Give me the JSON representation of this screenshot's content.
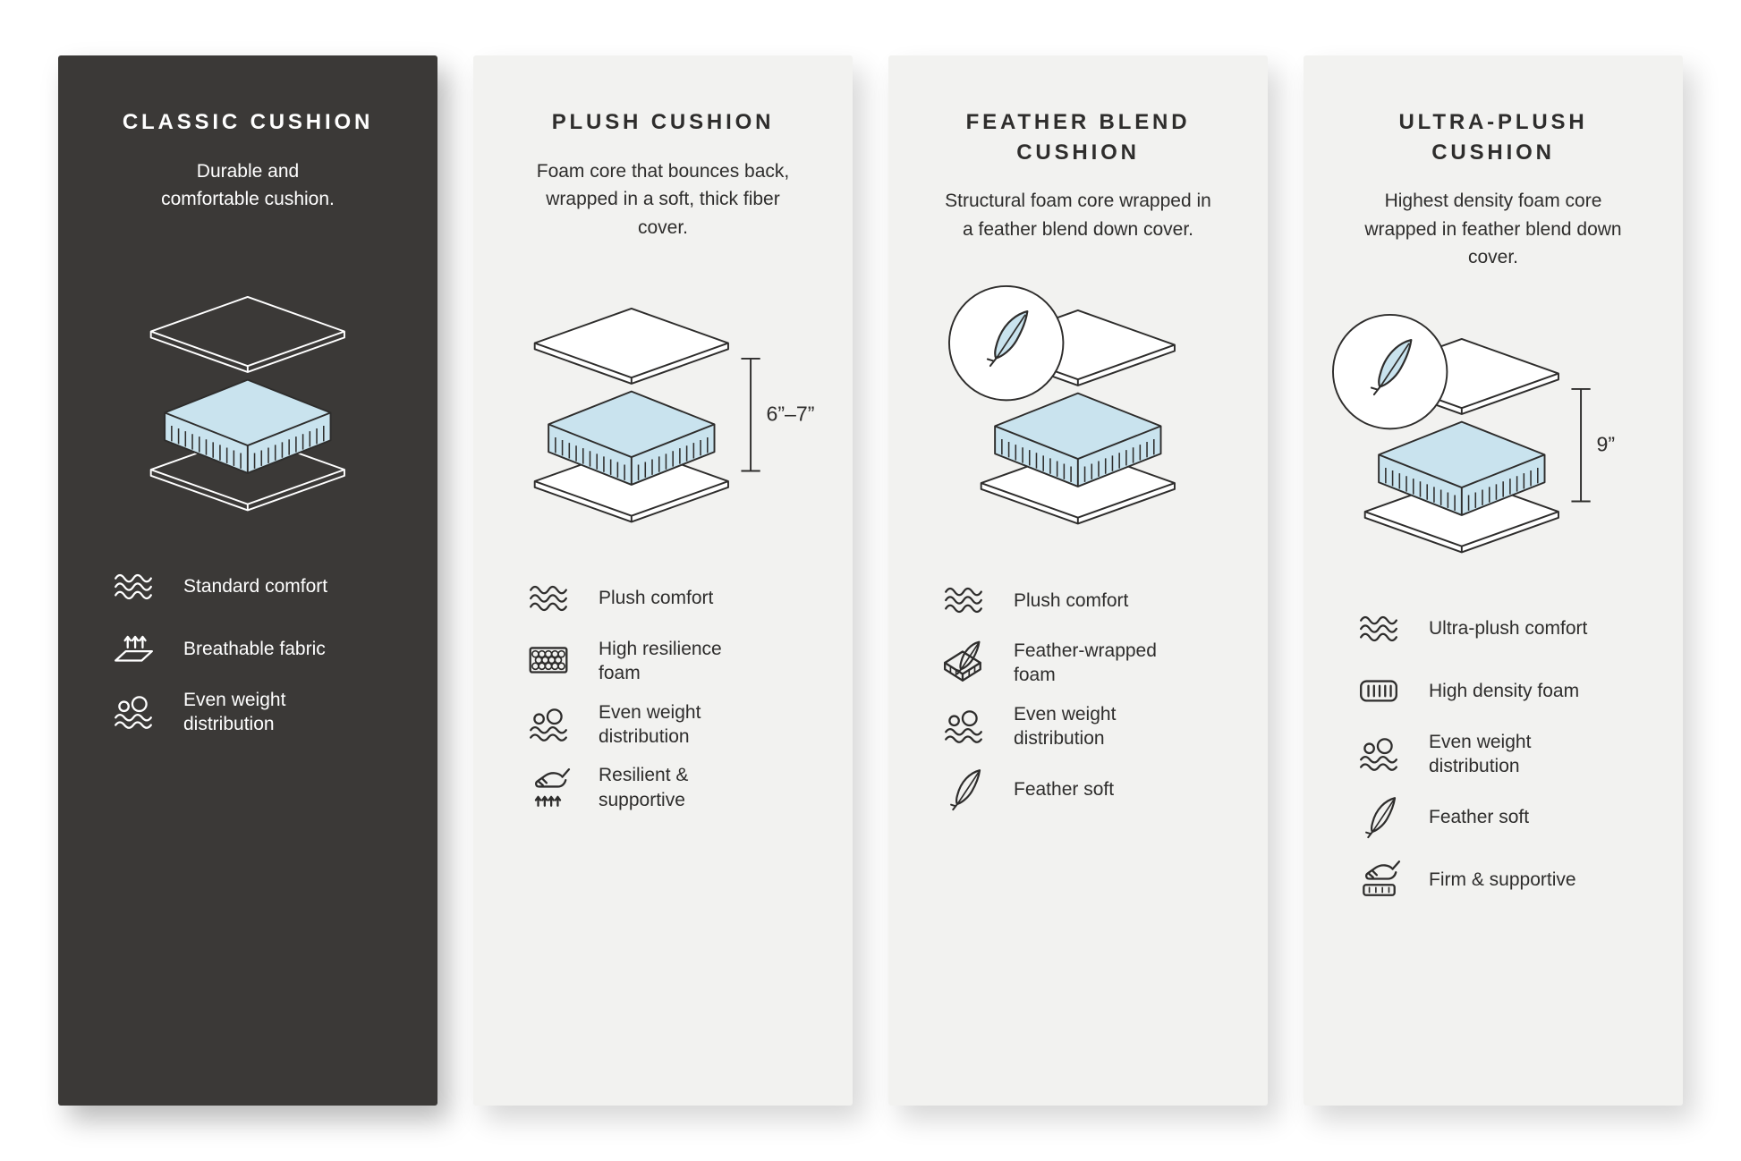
{
  "colors": {
    "page_background": "#ffffff",
    "dark_panel_background": "#3b3937",
    "light_panel_background": "#f2f2f0",
    "ink": "#2e2d2c",
    "foam_blue": "#c9e3ee"
  },
  "panels": [
    {
      "id": "classic-cushion",
      "theme": "dark",
      "title": "CLASSIC CUSHION",
      "description": "Durable and comfortable cushion.",
      "diagram": {},
      "features": [
        {
          "icon": "comfort-waves-icon",
          "label": "Standard comfort"
        },
        {
          "icon": "breathable-fabric-icon",
          "label": "Breathable fabric"
        },
        {
          "icon": "even-weight-icon",
          "label": "Even weight distribution"
        }
      ]
    },
    {
      "id": "plush-cushion",
      "theme": "light",
      "title": "PLUSH CUSHION",
      "description": "Foam core that bounces back, wrapped in a soft, thick fiber cover.",
      "diagram": {
        "height_label": "6”–7”"
      },
      "features": [
        {
          "icon": "comfort-waves-icon",
          "label": "Plush comfort"
        },
        {
          "icon": "high-resilience-foam-icon",
          "label": "High resilience foam"
        },
        {
          "icon": "even-weight-icon",
          "label": "Even weight distribution"
        },
        {
          "icon": "resilient-supportive-icon",
          "label": "Resilient & supportive"
        }
      ]
    },
    {
      "id": "feather-blend-cushion",
      "theme": "light",
      "title": "FEATHER BLEND CUSHION",
      "description": "Structural foam core wrapped in a feather blend down cover.",
      "diagram": {
        "badge": "feather"
      },
      "features": [
        {
          "icon": "comfort-waves-icon",
          "label": "Plush comfort"
        },
        {
          "icon": "feather-wrapped-foam-icon",
          "label": "Feather-wrapped foam"
        },
        {
          "icon": "even-weight-icon",
          "label": "Even weight distribution"
        },
        {
          "icon": "feather-soft-icon",
          "label": "Feather soft"
        }
      ]
    },
    {
      "id": "ultra-plush-cushion",
      "theme": "light",
      "title": "ULTRA-PLUSH CUSHION",
      "description": "Highest density foam core wrapped in feather blend down cover.",
      "diagram": {
        "badge": "feather",
        "height_label": "9”"
      },
      "features": [
        {
          "icon": "comfort-waves-icon",
          "label": "Ultra-plush comfort"
        },
        {
          "icon": "high-density-foam-icon",
          "label": "High density foam"
        },
        {
          "icon": "even-weight-icon",
          "label": "Even weight distribution"
        },
        {
          "icon": "feather-soft-icon",
          "label": "Feather soft"
        },
        {
          "icon": "firm-supportive-icon",
          "label": "Firm & supportive"
        }
      ]
    }
  ]
}
